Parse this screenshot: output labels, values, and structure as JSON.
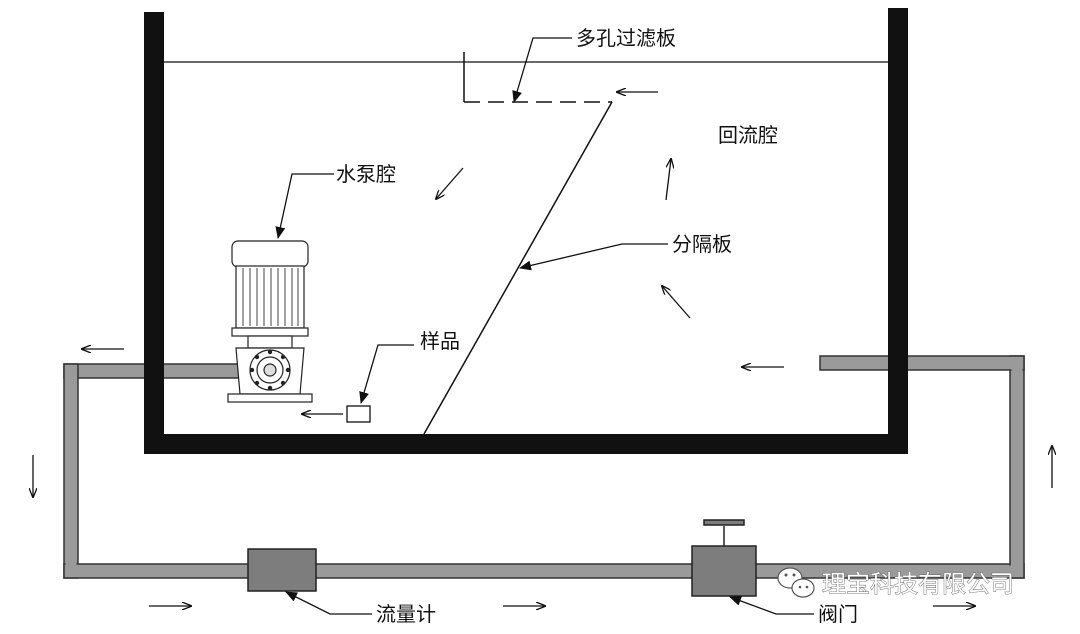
{
  "labels": {
    "filter_plate": "多孔过滤板",
    "return_chamber": "回流腔",
    "pump_chamber": "水泵腔",
    "divider": "分隔板",
    "sample": "样品",
    "flowmeter": "流量计",
    "valve": "阀门"
  },
  "watermark": {
    "text": "理宝科技有限公司",
    "icon": "wechat-icon"
  },
  "colors": {
    "tank_wall": "#111111",
    "pipe_fill": "#9a9a9a",
    "pipe_stroke": "#333333",
    "device_fill": "#7d7d7d",
    "line": "#111111"
  }
}
